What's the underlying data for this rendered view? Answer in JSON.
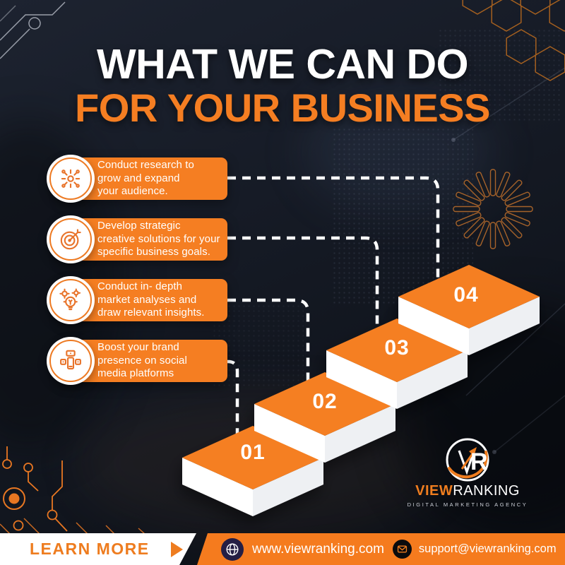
{
  "title": {
    "line1": "WHAT WE CAN DO",
    "line2": "FOR YOUR BUSINESS"
  },
  "services": [
    {
      "icon": "audience-network-icon",
      "lines": [
        "Conduct research to",
        "grow and expand",
        "your audience."
      ]
    },
    {
      "icon": "target-goals-icon",
      "lines": [
        "Develop strategic",
        "creative solutions for your",
        "specific business goals."
      ]
    },
    {
      "icon": "insight-bulb-icon",
      "lines": [
        "Conduct in- depth",
        "market analyses and",
        "draw relevant insights."
      ]
    },
    {
      "icon": "social-media-icon",
      "lines": [
        "Boost your brand",
        "presence on social",
        "media platforms"
      ]
    }
  ],
  "steps": [
    {
      "label": "01"
    },
    {
      "label": "02"
    },
    {
      "label": "03"
    },
    {
      "label": "04"
    }
  ],
  "logo": {
    "mark_r": "R",
    "brand_bold": "VIEW",
    "brand_light": "RANKING",
    "tagline": "DIGITAL MARKETING AGENCY"
  },
  "footer": {
    "cta": "LEARN MORE",
    "website": "www.viewranking.com",
    "email": "support@viewranking.com"
  },
  "colors": {
    "orange": "#f57e22",
    "background": "#151a23",
    "white": "#ffffff",
    "dark_navy_badge": "#241e44"
  }
}
